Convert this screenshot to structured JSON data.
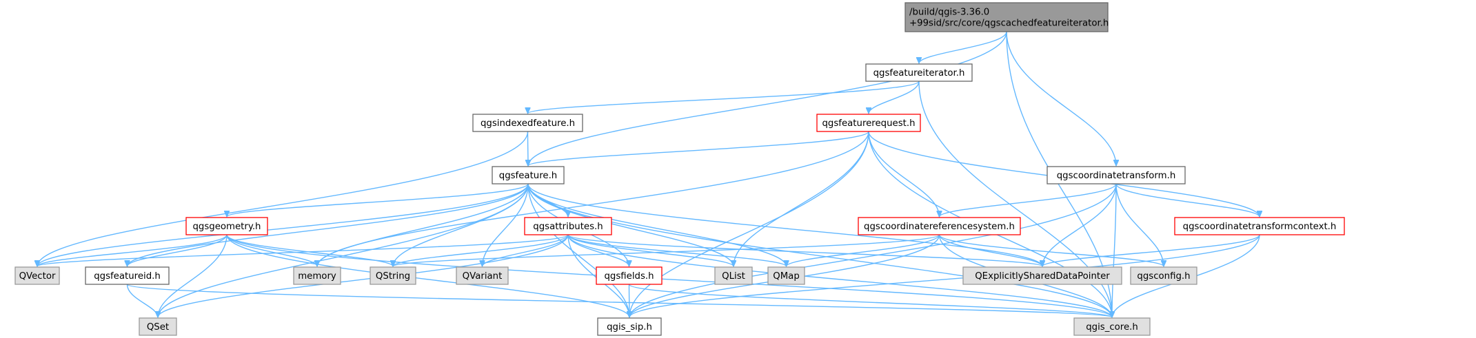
{
  "colors": {
    "edge": "#63b8ff",
    "root_fill": "#999999",
    "root_stroke": "#666666",
    "normal_fill": "#ffffff",
    "normal_stroke": "#666666",
    "highlight_stroke": "#ff0000",
    "external_fill": "#e0e0e0",
    "external_stroke": "#999999"
  },
  "nodes": {
    "root": {
      "lines": [
        "/build/qgis-3.36.0",
        "+99sid/src/core/qgscachedfeatureiterator.h"
      ],
      "style": "root"
    },
    "featureiterator": {
      "lines": [
        "qgsfeatureiterator.h"
      ],
      "style": "normal"
    },
    "indexedfeature": {
      "lines": [
        "qgsindexedfeature.h"
      ],
      "style": "normal"
    },
    "featurerequest": {
      "lines": [
        "qgsfeaturerequest.h"
      ],
      "style": "highlight"
    },
    "feature": {
      "lines": [
        "qgsfeature.h"
      ],
      "style": "normal"
    },
    "coordtransform": {
      "lines": [
        "qgscoordinatetransform.h"
      ],
      "style": "normal"
    },
    "geometry": {
      "lines": [
        "qgsgeometry.h"
      ],
      "style": "highlight"
    },
    "attributes": {
      "lines": [
        "qgsattributes.h"
      ],
      "style": "highlight"
    },
    "crs": {
      "lines": [
        "qgscoordinatereferencesystem.h"
      ],
      "style": "highlight"
    },
    "ctcontext": {
      "lines": [
        "qgscoordinatetransformcontext.h"
      ],
      "style": "highlight"
    },
    "qvector": {
      "lines": [
        "QVector"
      ],
      "style": "external"
    },
    "featureid": {
      "lines": [
        "qgsfeatureid.h"
      ],
      "style": "normal"
    },
    "memory": {
      "lines": [
        "memory"
      ],
      "style": "external"
    },
    "qstring": {
      "lines": [
        "QString"
      ],
      "style": "external"
    },
    "qvariant": {
      "lines": [
        "QVariant"
      ],
      "style": "external"
    },
    "fields": {
      "lines": [
        "qgsfields.h"
      ],
      "style": "highlight"
    },
    "qlist": {
      "lines": [
        "QList"
      ],
      "style": "external"
    },
    "qmap": {
      "lines": [
        "QMap"
      ],
      "style": "external"
    },
    "qesdp": {
      "lines": [
        "QExplicitlySharedDataPointer"
      ],
      "style": "external"
    },
    "qgsconfig": {
      "lines": [
        "qgsconfig.h"
      ],
      "style": "external"
    },
    "qset": {
      "lines": [
        "QSet"
      ],
      "style": "external"
    },
    "qgissip": {
      "lines": [
        "qgis_sip.h"
      ],
      "style": "normal"
    },
    "qgiscore": {
      "lines": [
        "qgis_core.h"
      ],
      "style": "external"
    }
  },
  "edges": [
    [
      "root",
      "featureiterator"
    ],
    [
      "root",
      "feature"
    ],
    [
      "root",
      "coordtransform"
    ],
    [
      "root",
      "qgiscore"
    ],
    [
      "featureiterator",
      "indexedfeature"
    ],
    [
      "featureiterator",
      "featurerequest"
    ],
    [
      "featureiterator",
      "qgiscore"
    ],
    [
      "indexedfeature",
      "feature"
    ],
    [
      "indexedfeature",
      "qvector"
    ],
    [
      "featurerequest",
      "feature"
    ],
    [
      "featurerequest",
      "crs"
    ],
    [
      "featurerequest",
      "ctcontext"
    ],
    [
      "featurerequest",
      "memory"
    ],
    [
      "featurerequest",
      "qlist"
    ],
    [
      "featurerequest",
      "qgissip"
    ],
    [
      "featurerequest",
      "qgiscore"
    ],
    [
      "feature",
      "geometry"
    ],
    [
      "feature",
      "attributes"
    ],
    [
      "feature",
      "fields"
    ],
    [
      "feature",
      "qvector"
    ],
    [
      "feature",
      "featureid"
    ],
    [
      "feature",
      "memory"
    ],
    [
      "feature",
      "qstring"
    ],
    [
      "feature",
      "qvariant"
    ],
    [
      "feature",
      "qlist"
    ],
    [
      "feature",
      "qmap"
    ],
    [
      "feature",
      "qesdp"
    ],
    [
      "feature",
      "qset"
    ],
    [
      "feature",
      "qgissip"
    ],
    [
      "feature",
      "qgiscore"
    ],
    [
      "geometry",
      "qvector"
    ],
    [
      "geometry",
      "featureid"
    ],
    [
      "geometry",
      "memory"
    ],
    [
      "geometry",
      "qstring"
    ],
    [
      "geometry",
      "qset"
    ],
    [
      "geometry",
      "qgissip"
    ],
    [
      "geometry",
      "qgiscore"
    ],
    [
      "attributes",
      "qvector"
    ],
    [
      "attributes",
      "qstring"
    ],
    [
      "attributes",
      "qvariant"
    ],
    [
      "attributes",
      "fields"
    ],
    [
      "attributes",
      "qlist"
    ],
    [
      "attributes",
      "qmap"
    ],
    [
      "attributes",
      "qesdp"
    ],
    [
      "attributes",
      "qset"
    ],
    [
      "attributes",
      "qgissip"
    ],
    [
      "attributes",
      "qgiscore"
    ],
    [
      "coordtransform",
      "crs"
    ],
    [
      "coordtransform",
      "ctcontext"
    ],
    [
      "coordtransform",
      "qesdp"
    ],
    [
      "coordtransform",
      "qgsconfig"
    ],
    [
      "coordtransform",
      "qgissip"
    ],
    [
      "coordtransform",
      "qgiscore"
    ],
    [
      "crs",
      "qstring"
    ],
    [
      "crs",
      "qmap"
    ],
    [
      "crs",
      "qesdp"
    ],
    [
      "crs",
      "qgsconfig"
    ],
    [
      "crs",
      "qgissip"
    ],
    [
      "crs",
      "qgiscore"
    ],
    [
      "ctcontext",
      "qesdp"
    ],
    [
      "ctcontext",
      "qgissip"
    ],
    [
      "ctcontext",
      "qgiscore"
    ],
    [
      "featureid",
      "qset"
    ],
    [
      "featureid",
      "qgiscore"
    ],
    [
      "fields",
      "qgissip"
    ],
    [
      "fields",
      "qgiscore"
    ]
  ]
}
